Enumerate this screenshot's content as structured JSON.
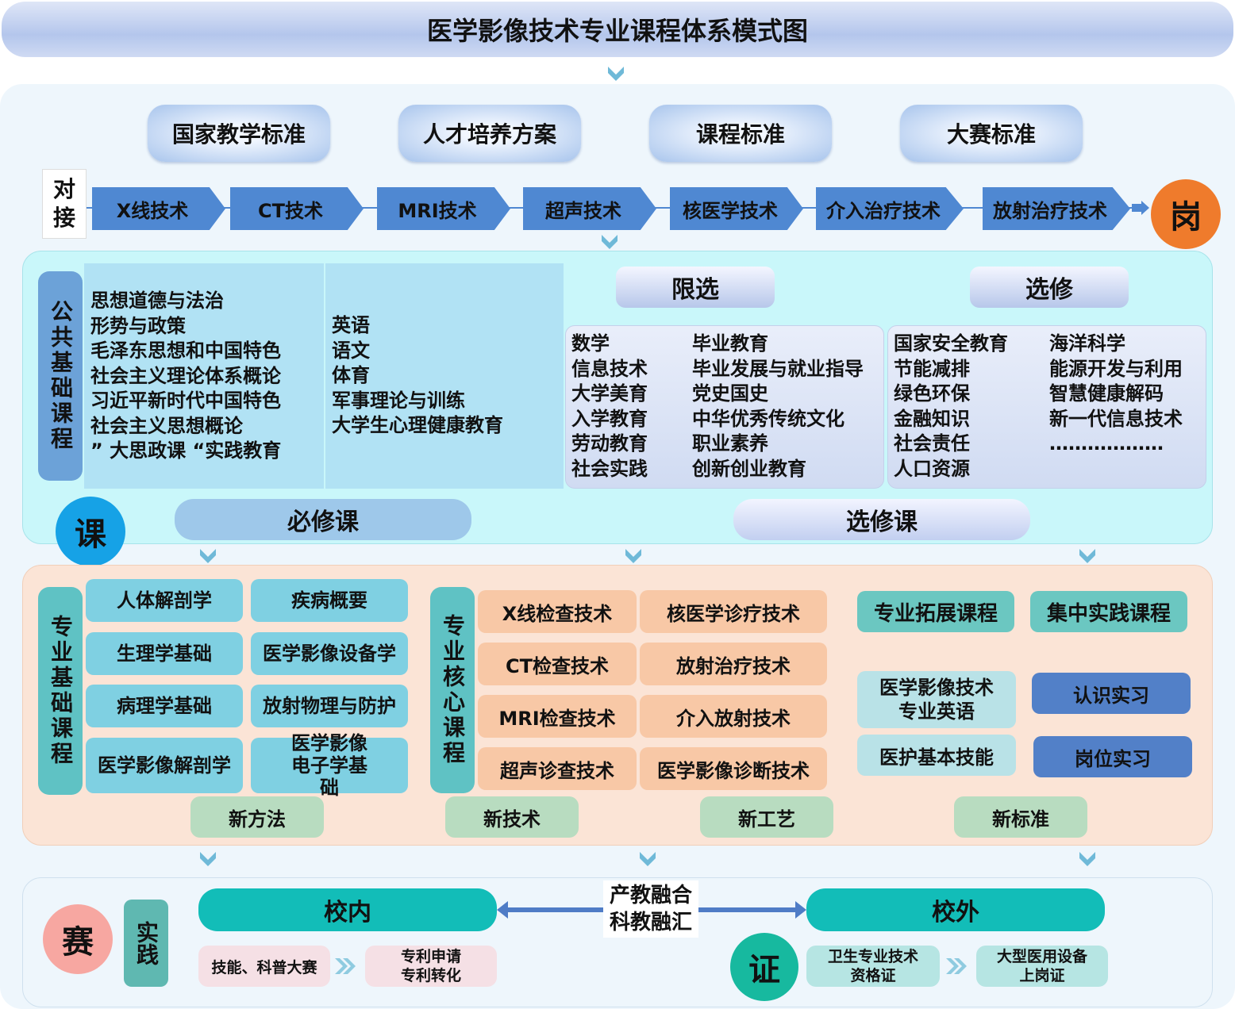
{
  "title": "医学影像技术专业课程体系模式图",
  "standards": [
    "国家教学标准",
    "人才培养方案",
    "课程标准",
    "大赛标准"
  ],
  "dock_label": [
    "对",
    "接"
  ],
  "tech_chain": [
    "X线技术",
    "CT技术",
    "MRI技术",
    "超声技术",
    "核医学技术",
    "介入治疗技术",
    "放射治疗技术"
  ],
  "post": "岗",
  "public_base": {
    "label": "公共基础课程",
    "col1": "思想道德与法治\n形势与政策\n毛泽东思想和中国特色\n社会主义理论体系概论\n习近平新时代中国特色\n社会主义思想概论\n” 大思政课 “实践教育",
    "col2": "英语\n语文\n体育\n军事理论与训练\n大学生心理健康教育"
  },
  "limited": {
    "header": "限选",
    "col1": "数学\n信息技术\n大学美育\n入学教育\n劳动教育\n社会实践",
    "col2": "毕业教育\n毕业发展与就业指导\n党史国史\n中华优秀传统文化\n职业素养\n创新创业教育"
  },
  "elective": {
    "header": "选修",
    "col1": "国家安全教育\n节能减排\n绿色环保\n金融知识\n社会责任\n人口资源",
    "col2": "海洋科学\n能源开发与利用\n智慧健康解码\n新一代信息技术\n………………"
  },
  "course_circle": "课",
  "required_label": "必修课",
  "elective_label": "选修课",
  "pro_base": {
    "label": "专业基础课程",
    "items": [
      "人体解剖学",
      "疾病概要",
      "生理学基础",
      "医学影像设备学",
      "病理学基础",
      "放射物理与防护",
      "医学影像解剖学",
      "医学影像电子学基础"
    ]
  },
  "pro_core": {
    "label": "专业核心课程",
    "items": [
      "X线检查技术",
      "核医学诊疗技术",
      "CT检查技术",
      "放射治疗技术",
      "MRI检查技术",
      "介入放射技术",
      "超声诊查技术",
      "医学影像诊断技术"
    ]
  },
  "extension": {
    "header": "专业拓展课程",
    "items": [
      "医学影像技术专业英语",
      "医护基本技能"
    ]
  },
  "practice": {
    "header": "集中实践课程",
    "items": [
      "认识实习",
      "岗位实习"
    ]
  },
  "new_items": [
    "新方法",
    "新技术",
    "新工艺",
    "新标准"
  ],
  "bottom": {
    "competition": "赛",
    "practice_label": "实践",
    "inside": "校内",
    "outside": "校外",
    "center": "产教融合\n科教融汇",
    "cert": "证",
    "inside_items": [
      "技能、科普大赛",
      "专利申请\n专利转化"
    ],
    "outside_items": [
      "卫生专业技术\n资格证",
      "大型医用设备\n上岗证"
    ]
  }
}
